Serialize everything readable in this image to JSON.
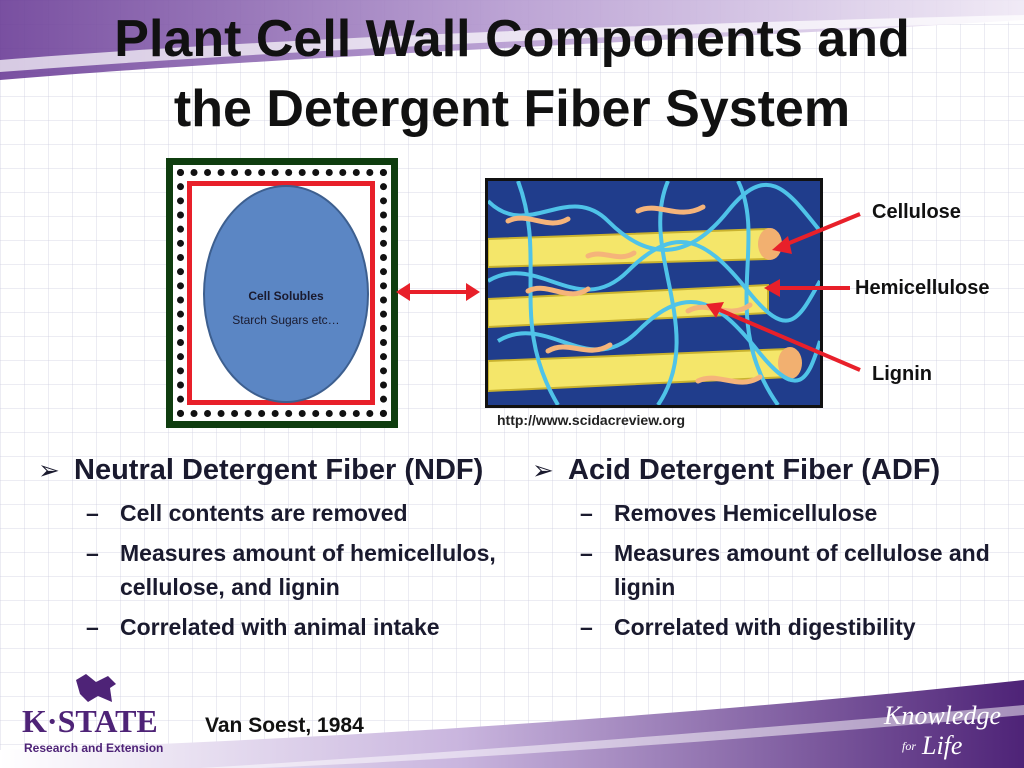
{
  "slide": {
    "title_line1": "Plant Cell Wall Components and",
    "title_line2": "the Detergent Fiber System",
    "colors": {
      "accent_purple": "#5a2a86",
      "red": "#e8202a",
      "blue": "#5b86c4"
    }
  },
  "diagram": {
    "cell_label": "Cell Solubles",
    "cell_sublabel": "Starch Sugars etc…",
    "source_url": "http://www.scidacreview.org",
    "callouts": {
      "cellulose": "Cellulose",
      "hemicellulose": "Hemicellulose",
      "lignin": "Lignin"
    }
  },
  "ndf": {
    "heading": "Neutral Detergent Fiber (NDF)",
    "items": [
      "Cell contents are removed",
      "Measures amount of hemicellulos, cellulose, and lignin",
      "Correlated with animal intake"
    ]
  },
  "adf": {
    "heading": "Acid Detergent Fiber (ADF)",
    "items": [
      "Removes Hemicellulose",
      "Measures amount of cellulose and lignin",
      "Correlated with digestibility"
    ]
  },
  "footer": {
    "citation": "Van Soest, 1984",
    "logo_left_main": "K·STATE",
    "logo_left_sub": "Research and Extension",
    "logo_right_line1": "Knowledge",
    "logo_right_for": "for",
    "logo_right_life": "Life"
  },
  "icons": {
    "bullet": "arrowhead-bullet-icon",
    "sub_bullet": "dash"
  }
}
